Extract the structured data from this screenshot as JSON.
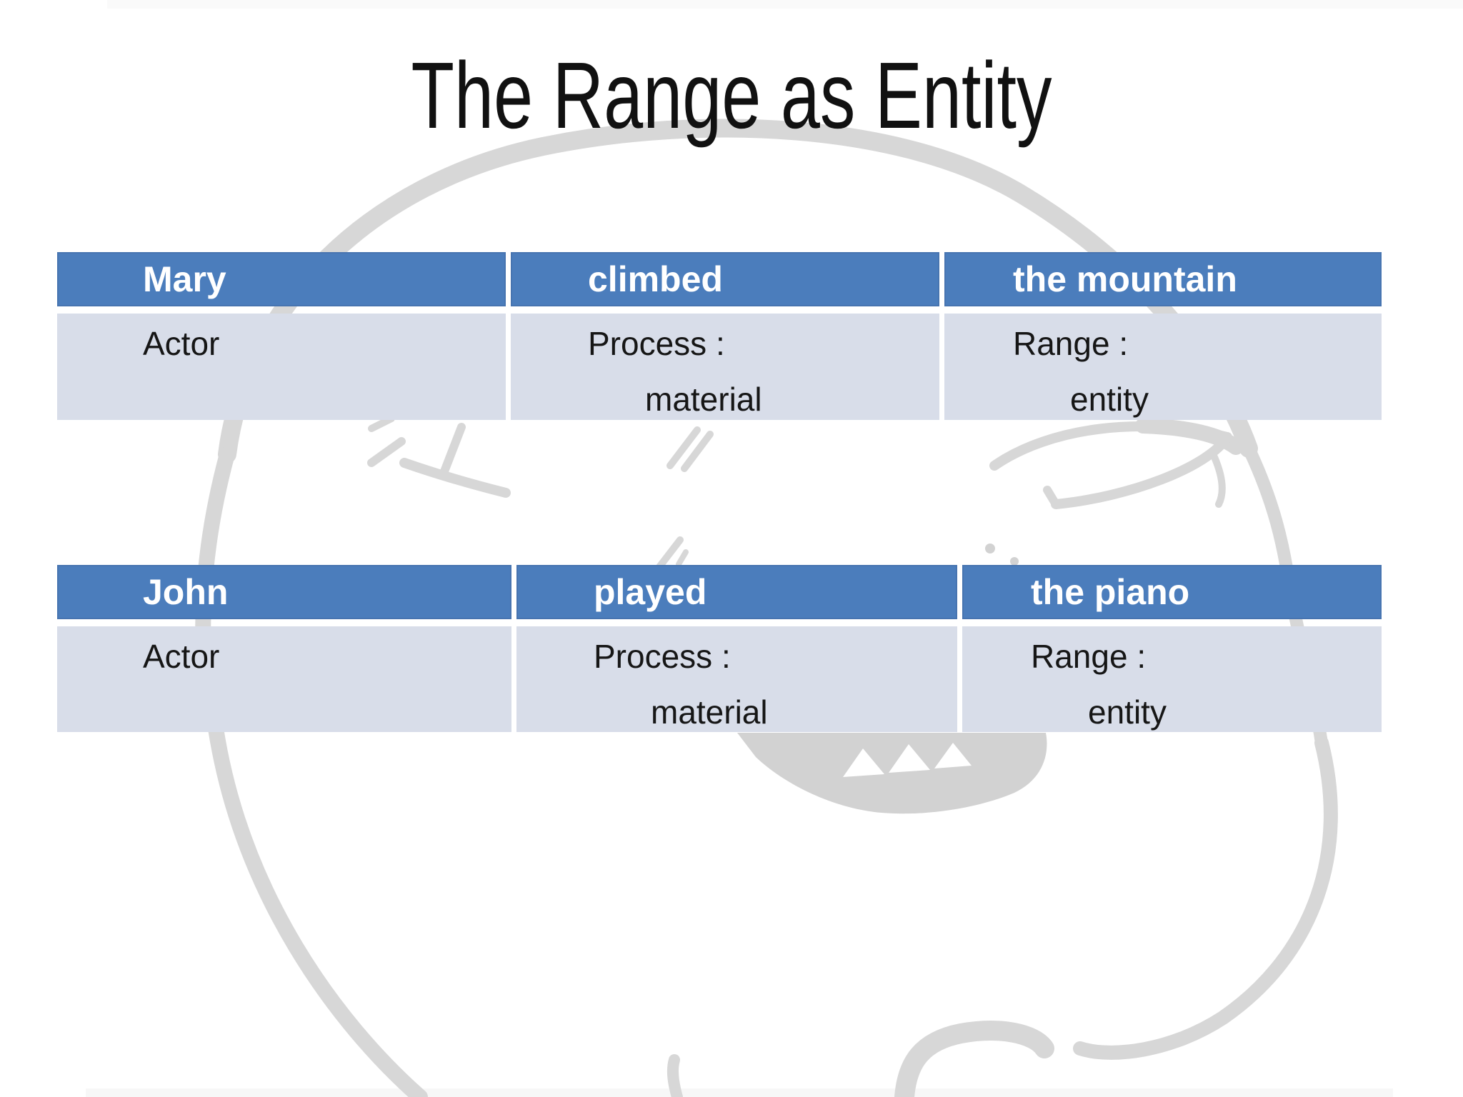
{
  "slide": {
    "title": "The Range as Entity",
    "tables": [
      {
        "name": "clause-mary",
        "header": [
          "Mary",
          "climbed",
          "the mountain"
        ],
        "cells": [
          {
            "line1": "Actor",
            "line2": ""
          },
          {
            "line1": "Process :",
            "line2": "material"
          },
          {
            "line1": "Range :",
            "line2": "entity"
          }
        ]
      },
      {
        "name": "clause-john",
        "header": [
          "John",
          "played",
          "the piano"
        ],
        "cells": [
          {
            "line1": "Actor",
            "line2": ""
          },
          {
            "line1": "Process :",
            "line2": "material"
          },
          {
            "line1": "Range :",
            "line2": "entity"
          }
        ]
      }
    ],
    "colors": {
      "header_bg": "#4b7dbc",
      "header_text": "#ffffff",
      "body_bg": "#d8dde9",
      "body_text": "#161616",
      "title_text": "#111111",
      "watermark_stroke": "#d7d7d7",
      "watermark_fill": "#d2d2d2",
      "tooth": "#ffffff"
    },
    "watermark": "sketched-face-watermark"
  }
}
